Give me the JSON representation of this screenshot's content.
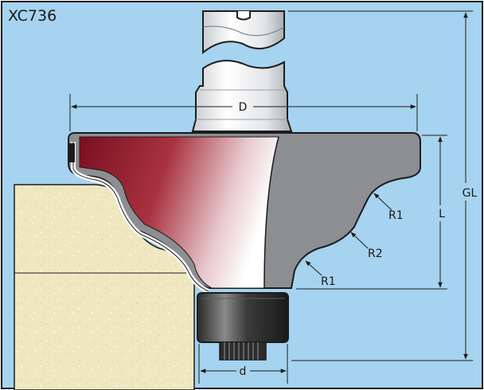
{
  "title": "XC736",
  "labels": {
    "D": "D",
    "d": "d",
    "GL": "GL",
    "L": "L",
    "R1_upper": "R1",
    "R2": "R2",
    "R1_lower": "R1"
  },
  "colors": {
    "background": "#a6d3ef",
    "frame": "#1c1c1c",
    "body_grey": "#8c8e92",
    "carbide_red": "#8f1b2c",
    "workpiece": "#efe7c0",
    "bearing": "#3a3a3a",
    "dimension_line": "#1c1c1c"
  }
}
